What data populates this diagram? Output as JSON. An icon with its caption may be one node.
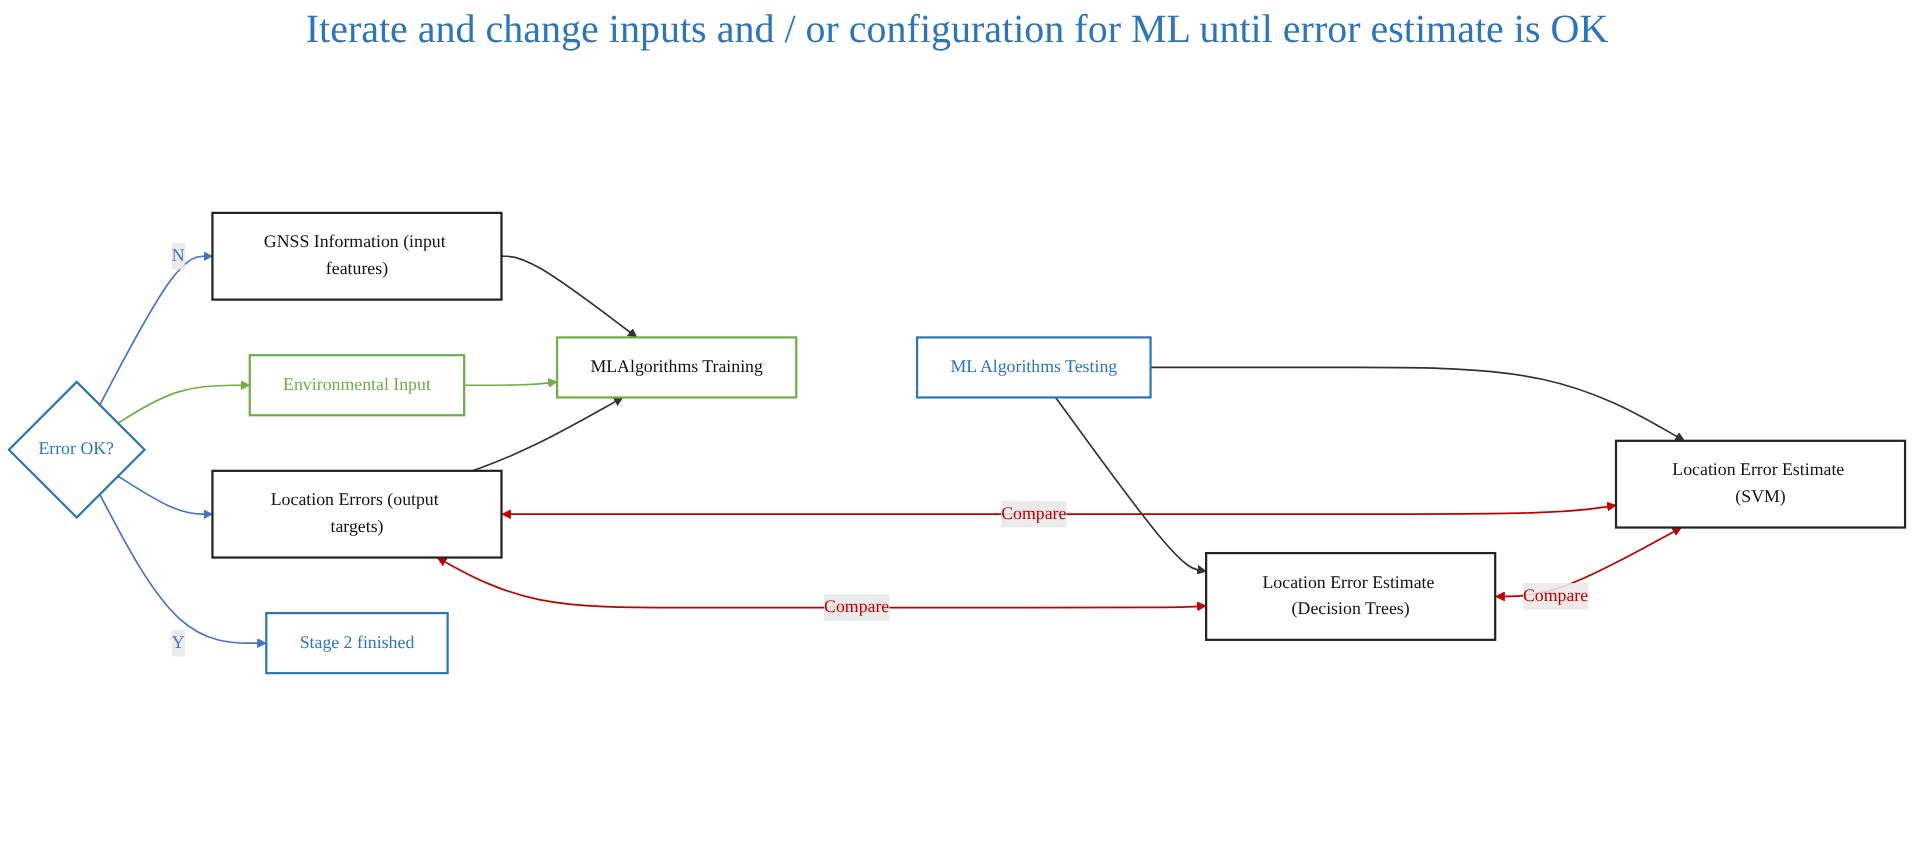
{
  "diagram": {
    "title": "Iterate and change inputs and / or configuration for ML until error estimate is OK",
    "nodes": [
      {
        "text": [
          "GNSS Information (input features)"
        ]
      },
      {
        "text": [
          "Environmental Input"
        ]
      },
      {
        "text": [
          "Location Errors (output targets)"
        ]
      },
      {
        "text": [
          "MLAlgorithms Training"
        ]
      },
      {
        "text": [
          "ML Algorithms Testing"
        ]
      },
      {
        "text": [
          "Location Error Estimate (Decision Trees)"
        ]
      },
      {
        "text": [
          "Location Error Estimate (SVM)"
        ]
      },
      {
        "text": [
          "Error OK?"
        ]
      },
      {
        "text": [
          "Stage 2 finished"
        ]
      }
    ],
    "edges": [
      {
        "from": 0,
        "to": 3,
        "arrow": "to"
      },
      {
        "from": 1,
        "to": 3,
        "arrow": "to",
        "color": "#70ad47"
      },
      {
        "from": 2,
        "to": 3,
        "arrow": "to"
      },
      {
        "from": 4,
        "to": 5,
        "arrow": "to"
      },
      {
        "from": 4,
        "to": 6,
        "arrow": "to"
      },
      {
        "from": 2,
        "to": 5,
        "arrow": "both",
        "label": "Compare",
        "color": "#c00000"
      },
      {
        "from": 2,
        "to": 6,
        "arrow": "both",
        "label": "Compare",
        "color": "#c00000"
      },
      {
        "from": 5,
        "to": 6,
        "arrow": "both",
        "label": "Compare",
        "color": "#c00000"
      },
      {
        "from": 7,
        "to": 8,
        "arrow": "to",
        "label": "Y",
        "color": "#4472c4"
      },
      {
        "from": 7,
        "to": 0,
        "arrow": "to",
        "label": "N",
        "color": "#4472c4"
      },
      {
        "from": 7,
        "to": 1,
        "arrow": "to",
        "color": "#70ad47"
      },
      {
        "from": 7,
        "to": 2,
        "arrow": "to",
        "color": "#4472c4"
      }
    ]
  }
}
